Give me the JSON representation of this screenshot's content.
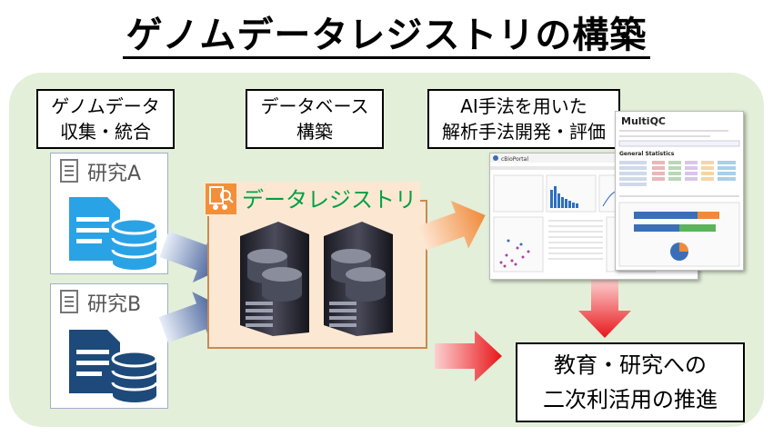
{
  "title": "ゲノムデータレジストリの構築",
  "stages": {
    "collect": [
      "ゲノムデータ",
      "収集・統合"
    ],
    "database": [
      "データベース",
      "構築"
    ],
    "ai": [
      "AI手法を用いた",
      "解析手法開発・評価"
    ]
  },
  "sources": [
    {
      "label": "研究A",
      "color": "#29a3e6"
    },
    {
      "label": "研究B",
      "color": "#1d4a7a"
    }
  ],
  "registry": {
    "label": "データレジストリ"
  },
  "screenshots": {
    "multiqc_title": "MultiQC",
    "cbioportal_title": "cBioPortal",
    "general_statistics": "General Statistics"
  },
  "outcome": [
    "教育・研究への",
    "二次利活用の推進"
  ],
  "colors": {
    "panel": "#e3efd9",
    "registry_bg": "#fce8d2",
    "registry_label": "#00a044",
    "arrow_blue": "#2e4e8c",
    "arrow_orange": "#f08a3a",
    "arrow_red": "#e8161a"
  }
}
